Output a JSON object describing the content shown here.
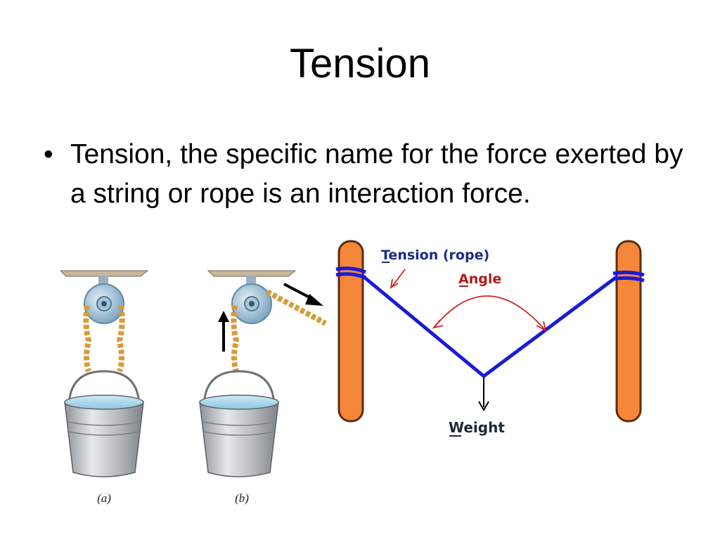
{
  "slide": {
    "title": "Tension",
    "bullet": "Tension, the specific name for the force exerted by a string or rope is an interaction force.",
    "bullet_marker": "•"
  },
  "figure_pulleys": {
    "caption_a": "(a)",
    "caption_b": "(b)"
  },
  "figure_rope": {
    "tension_label": "Tension (rope)",
    "angle_label": "Angle",
    "weight_label": "Weight",
    "post_color": "#f5863a",
    "rope_color": "#1a1ad8",
    "annotation_color": "#d42020"
  }
}
